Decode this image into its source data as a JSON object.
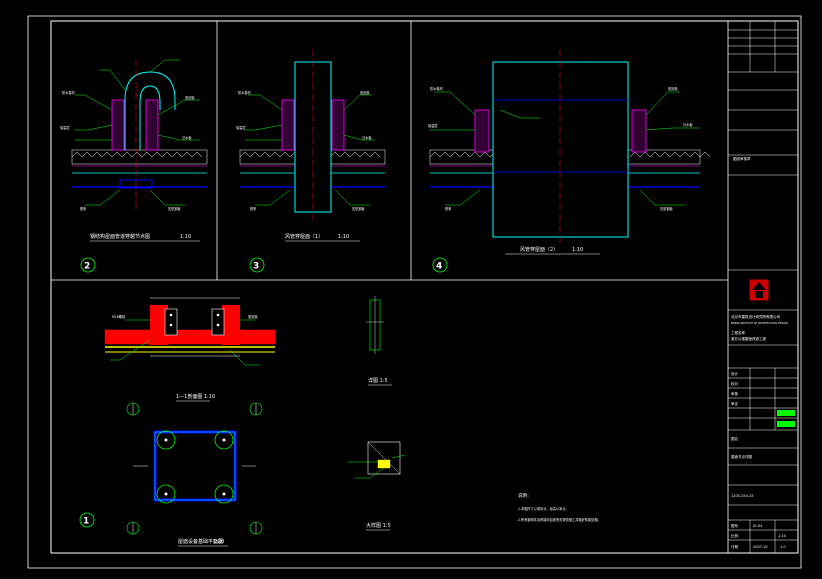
{
  "drawing": {
    "colors": {
      "background": "#000000",
      "frame": "#ffffff",
      "structure": "#00ffff",
      "insulation": "#ff00ff",
      "annotation": "#00ff00",
      "centerline": "#ff0000",
      "steel": "#0000ff",
      "text": "#ffffff",
      "fill_red": "#ff0000",
      "fill_yellow": "#ffff00",
      "logo": "#cc0000"
    },
    "details": [
      {
        "id": "2",
        "caption": "钢结构屋面管道穿越节点图",
        "scale": "1:10"
      },
      {
        "id": "3",
        "caption": "风管穿屋面（1）",
        "scale": "1:10"
      },
      {
        "id": "4",
        "caption": "风管穿屋面（2）",
        "scale": "1:10"
      },
      {
        "id": "1",
        "caption": "屋面设备基础平面图",
        "scale": "1:20"
      }
    ],
    "section_caption": "1—1剖面图 1:10",
    "detail_a_caption": "详图 1:5",
    "detail_b_caption": "大样图 1:5",
    "leader_labels": {
      "waterproof": "防水卷材",
      "insulation": "保温层",
      "steel_deck": "压型钢板",
      "sealant": "密封胶",
      "flashing": "泛水板",
      "purlin": "檩条",
      "bolt": "M16螺栓"
    },
    "notes": {
      "heading": "说明：",
      "items": [
        "1.本图尺寸以毫米计，标高以米计。",
        "2.所有钢构件及焊接均应按有关规范施工并做好防腐处理。"
      ]
    },
    "title_block": {
      "revision_rows": [
        "",
        "",
        "",
        ""
      ],
      "stamp_label": "图纸审核章",
      "company_name": "北京市建筑设计研究院有限公司",
      "company_sub": "BEIJING INSTITUTE OF ARCHITECTURAL DESIGN",
      "project_label": "工程名称",
      "project_name": "某办公楼屋面改造工程",
      "drawing_label": "图名",
      "drawing_name": "屋面节点详图",
      "designer_label": "设计",
      "checker_label": "校对",
      "reviewer_label": "审核",
      "approver_label": "审定",
      "drawing_no_label": "图号",
      "drawing_no": "JG-04",
      "scale_label": "比例",
      "scale": "1:10",
      "date_label": "日期",
      "date": "2007.10",
      "sheet_label": "版本",
      "sheet": "1.0",
      "code": "1205-254-25"
    }
  }
}
